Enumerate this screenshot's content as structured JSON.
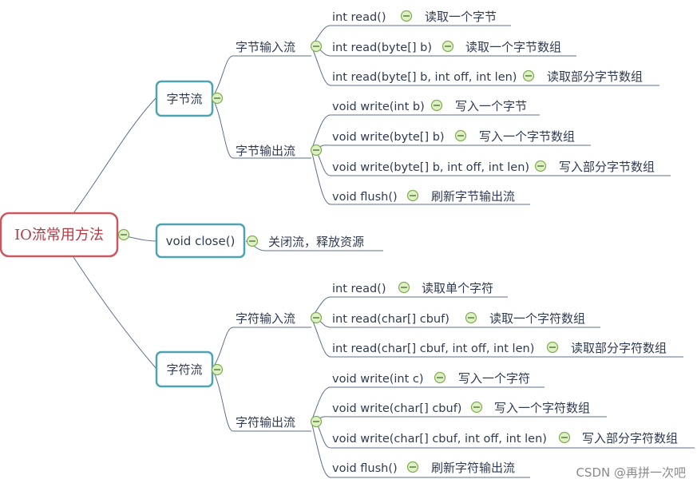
{
  "root": "IO流常用方法",
  "groups": {
    "byte_stream": {
      "label": "字节流",
      "input": {
        "label": "字节输入流",
        "items": [
          {
            "method": "int read()",
            "desc": "读取一个字节"
          },
          {
            "method": "int read(byte[] b)",
            "desc": "读取一个字节数组"
          },
          {
            "method": "int read(byte[] b, int off, int len)",
            "desc": "读取部分字节数组"
          }
        ]
      },
      "output": {
        "label": "字节输出流",
        "items": [
          {
            "method": "void write(int b)",
            "desc": "写入一个字节"
          },
          {
            "method": "void write(byte[] b)",
            "desc": "写入一个字节数组"
          },
          {
            "method": "void write(byte[] b, int off, int len)",
            "desc": "写入部分字节数组"
          },
          {
            "method": "void flush()",
            "desc": "刷新字节输出流"
          }
        ]
      }
    },
    "close": {
      "label": "void close()",
      "desc": "关闭流，释放资源"
    },
    "char_stream": {
      "label": "字符流",
      "input": {
        "label": "字符输入流",
        "items": [
          {
            "method": "int read()",
            "desc": "读取单个字符"
          },
          {
            "method": "int read(char[] cbuf)",
            "desc": "读取一个字符数组"
          },
          {
            "method": "int read(char[] cbuf, int off, int len)",
            "desc": "读取部分字符数组"
          }
        ]
      },
      "output": {
        "label": "字符输出流",
        "items": [
          {
            "method": "void write(int c)",
            "desc": "写入一个字符"
          },
          {
            "method": "void write(char[] cbuf)",
            "desc": "写入一个字符数组"
          },
          {
            "method": "void write(char[] cbuf, int off, int len)",
            "desc": "写入部分字符数组"
          },
          {
            "method": "void flush()",
            "desc": "刷新字符输出流"
          }
        ]
      }
    }
  },
  "watermark": "CSDN @再拼一次吧",
  "colors": {
    "root_border": "#c9595f",
    "root_text": "#b23a42",
    "box_border": "#4ea3b2",
    "line": "#5d6f8a",
    "collapse_fill": "#dff0c8",
    "collapse_stroke": "#7fae4c"
  }
}
